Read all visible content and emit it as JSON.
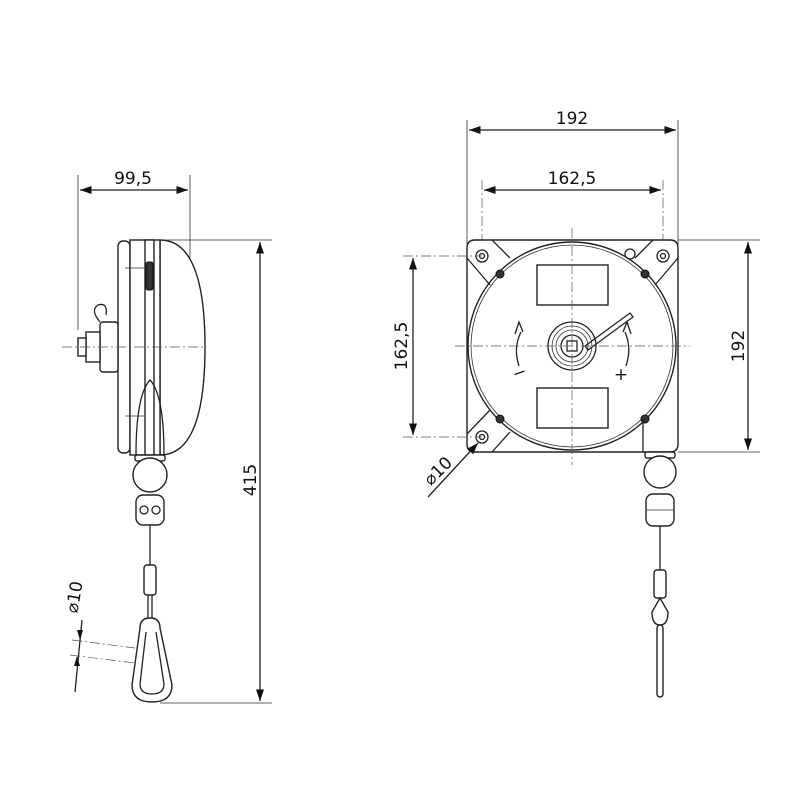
{
  "side_view": {
    "depth_label": "99,5",
    "height_label": "415",
    "hook_diameter_label": "⌀10"
  },
  "front_view": {
    "width_label": "192",
    "hole_spacing_h_label": "162,5",
    "hole_spacing_v_label": "162,5",
    "height_label": "192",
    "hole_diameter_label": "⌀10",
    "minus_symbol": "−",
    "plus_symbol": "+"
  },
  "colors": {
    "line": "#222222",
    "background": "#ffffff"
  }
}
